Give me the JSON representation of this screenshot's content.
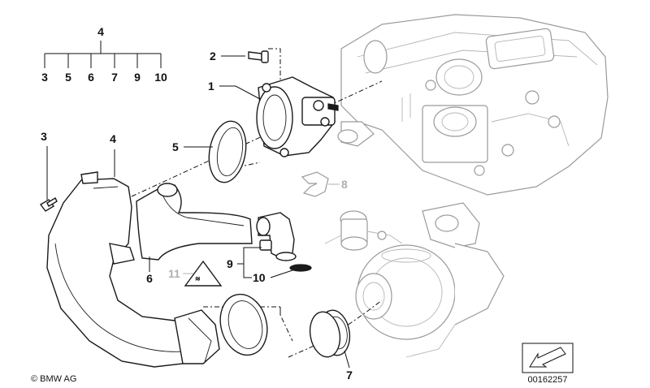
{
  "callouts": {
    "kit_group": {
      "parent": "4",
      "children": [
        "3",
        "5",
        "6",
        "7",
        "9",
        "10"
      ]
    },
    "parts": {
      "p1": "1",
      "p2": "2",
      "p3": "3",
      "p4": "4",
      "p5": "5",
      "p6": "6",
      "p7": "7",
      "p8": "8",
      "p9": "9",
      "p10": "10",
      "p11": "11"
    }
  },
  "footer": {
    "copyright": "© BMW AG",
    "diagram_number": "00162257"
  },
  "colors": {
    "line": "#111111",
    "ghost_part": "#9a9a9a",
    "not_supplied_label": "#b0b0b0",
    "background": "#ffffff"
  }
}
